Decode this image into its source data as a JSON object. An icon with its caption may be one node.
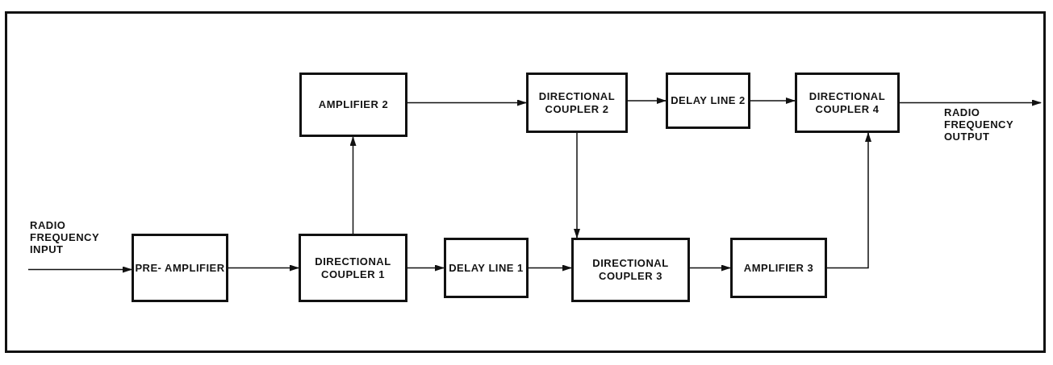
{
  "diagram": {
    "nodes": [
      {
        "text": [
          "PRE- AMPLIFIER"
        ]
      },
      {
        "text": [
          "DIRECTIONAL COUPLER 1"
        ]
      },
      {
        "text": [
          "AMPLIFIER 2"
        ]
      },
      {
        "text": [
          "DIRECTIONAL COUPLER 2"
        ]
      },
      {
        "text": [
          "DELAY LINE 2"
        ]
      },
      {
        "text": [
          "DIRECTIONAL COUPLER 4"
        ]
      },
      {
        "text": [
          "DELAY LINE 1"
        ]
      },
      {
        "text": [
          "DIRECTIONAL COUPLER 3"
        ]
      },
      {
        "text": [
          "AMPLIFIER 3"
        ]
      }
    ],
    "edges": [
      {
        "from": null,
        "to": 0,
        "arrow": "to"
      },
      {
        "from": 0,
        "to": 1,
        "arrow": "to"
      },
      {
        "from": 1,
        "to": 2,
        "arrow": "to"
      },
      {
        "from": 2,
        "to": 3,
        "arrow": "to"
      },
      {
        "from": 3,
        "to": 4,
        "arrow": "to"
      },
      {
        "from": 4,
        "to": 5,
        "arrow": "to"
      },
      {
        "from": 5,
        "to": null,
        "arrow": "to"
      },
      {
        "from": 3,
        "to": 7,
        "arrow": "to"
      },
      {
        "from": 1,
        "to": 6,
        "arrow": "to"
      },
      {
        "from": 6,
        "to": 7,
        "arrow": "to"
      },
      {
        "from": 7,
        "to": 8,
        "arrow": "to"
      },
      {
        "from": 8,
        "to": 5,
        "arrow": "to"
      }
    ],
    "labels": [
      "RADIO FREQUENCY INPUT",
      "RADIO FREQUENCY OUTPUT"
    ]
  }
}
